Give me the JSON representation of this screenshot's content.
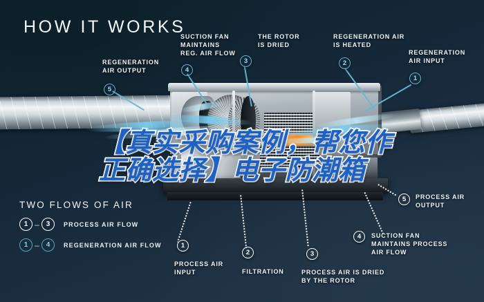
{
  "title": "HOW IT WORKS",
  "overlay": {
    "line1": "【真实采购案例，帮您作",
    "line2": "正确选择】电子防潮箱",
    "text_color": "#1b62c4",
    "outline_color": "#ffffff"
  },
  "theme": {
    "background_dark": "#0e212c",
    "background_light": "#21374a",
    "accent_cyan": "#63b9d8",
    "label_white": "#eef4f7",
    "heater_orange": "#ff8c1a"
  },
  "callouts_top": [
    {
      "number": "5",
      "label_line1": "REGENERATION",
      "label_line2": "AIR OUTPUT",
      "marker_style": "cyan"
    },
    {
      "number": "4",
      "label_line1": "SUCTION FAN",
      "label_line2": "MAINTAINS",
      "label_line3": "REG. AIR FLOW",
      "marker_style": "cyan"
    },
    {
      "number": "3",
      "label_line1": "THE ROTOR",
      "label_line2": "IS DRIED",
      "marker_style": "cyan"
    },
    {
      "number": "2",
      "label_line1": "REGENERATION AIR",
      "label_line2": "IS HEATED",
      "marker_style": "cyan"
    },
    {
      "number": "1",
      "label_line1": "REGENERATION",
      "label_line2": "AIR INPUT",
      "marker_style": "cyan"
    }
  ],
  "callouts_bottom": [
    {
      "number": "1",
      "label_line1": "PROCESS AIR",
      "label_line2": "INPUT",
      "marker_style": "white"
    },
    {
      "number": "2",
      "label_line1": "FILTRATION",
      "label_line2": "",
      "marker_style": "white"
    },
    {
      "number": "3",
      "label_line1": "PROCESS AIR IS DRIED",
      "label_line2": "BY THE ROTOR",
      "marker_style": "white"
    },
    {
      "number": "4",
      "label_line1": "SUCTION FAN",
      "label_line2": "MAINTAINS PROCESS",
      "label_line3": "AIR FLOW",
      "marker_style": "white"
    }
  ],
  "callout_right": {
    "number": "5",
    "label_line1": "PROCESS AIR",
    "label_line2": "OUTPUT",
    "marker_style": "white"
  },
  "legend": {
    "heading": "TWO FLOWS OF AIR",
    "dash": "–",
    "rows": [
      {
        "from": "1",
        "to": "3",
        "label": "PROCESS AIR FLOW",
        "style": "white"
      },
      {
        "from": "1",
        "to": "4",
        "label": "REGENERATION AIR FLOW",
        "style": "cyan"
      }
    ]
  }
}
